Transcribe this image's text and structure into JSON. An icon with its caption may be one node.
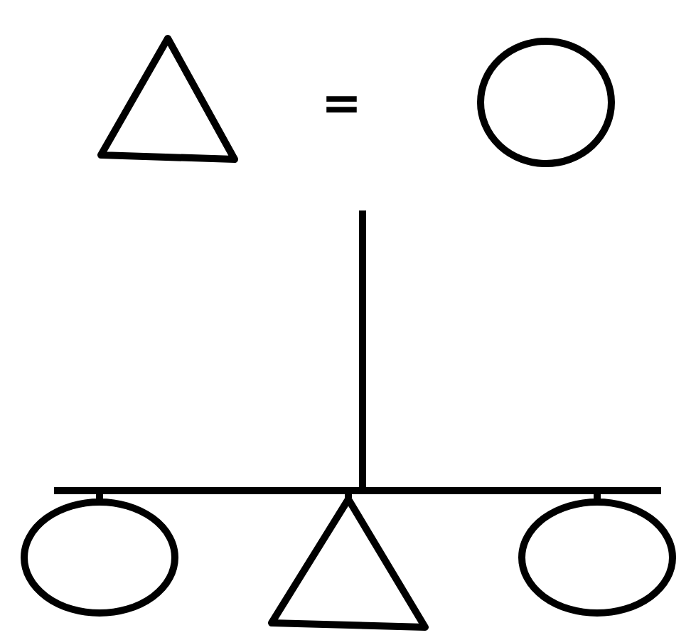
{
  "diagram": {
    "nodes": [
      {
        "text": [],
        "shape": "triangle"
      },
      {
        "text": [],
        "shape": "circle"
      },
      {
        "text": [],
        "shape": "circle"
      },
      {
        "text": [],
        "shape": "triangle"
      },
      {
        "text": [],
        "shape": "circle"
      }
    ],
    "edges": [
      {
        "from": null,
        "to": 2,
        "arrow": "none"
      },
      {
        "from": null,
        "to": 3,
        "arrow": "none"
      },
      {
        "from": null,
        "to": 4,
        "arrow": "none"
      }
    ],
    "labels": [
      "="
    ]
  }
}
